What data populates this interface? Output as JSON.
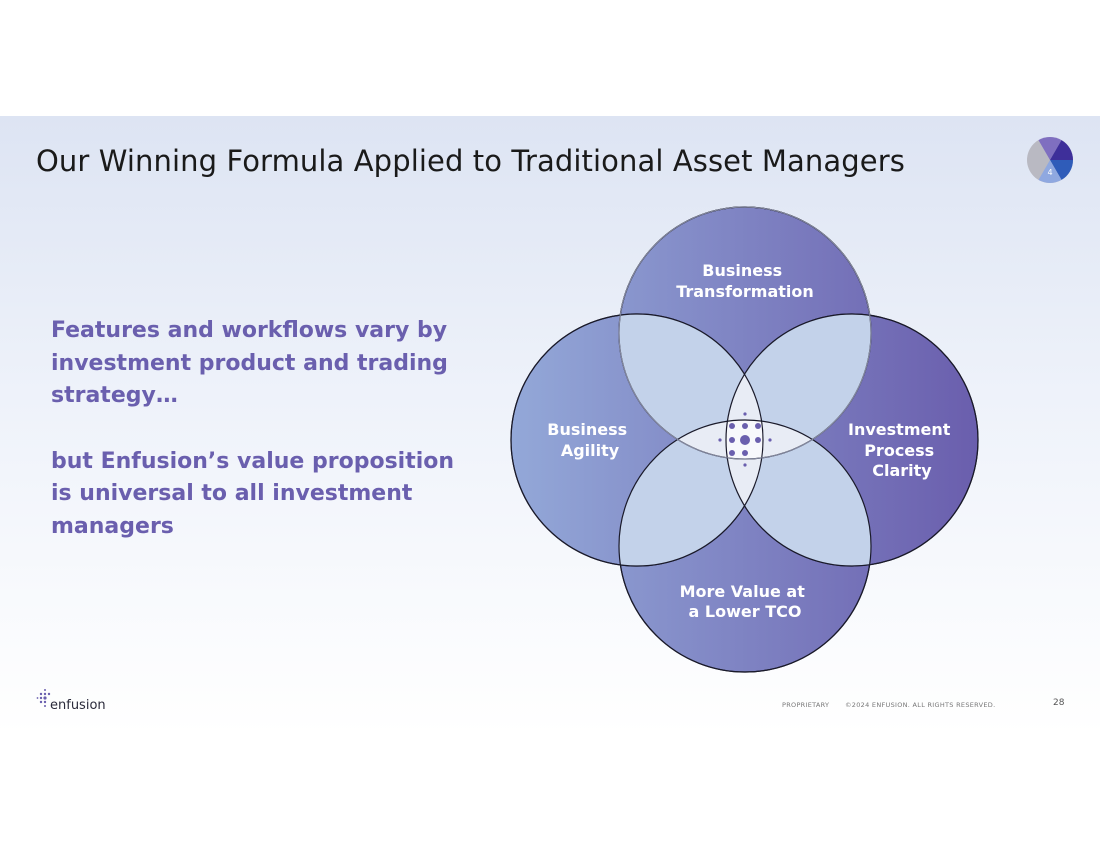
{
  "slide": {
    "title": "Our Winning Formula Applied to Traditional Asset Managers",
    "section_number": "4",
    "body": {
      "line1": "Features and workflows vary by investment product and trading strategy…",
      "line2": "but Enfusion’s value proposition is universal to all investment managers"
    },
    "diagram": {
      "top": [
        "Business",
        "Transformation"
      ],
      "left": [
        "Business",
        "Agility"
      ],
      "right": [
        "Investment",
        "Process",
        "Clarity"
      ],
      "bottom": [
        "More Value at",
        "a Lower TCO"
      ]
    },
    "footer": {
      "logo_text": "enfusion",
      "proprietary": "PROPRIETARY",
      "copyright": "©2024 ENFUSION. ALL RIGHTS RESERVED.",
      "page_number": "28"
    }
  },
  "colors": {
    "accent_text": "#6a5fae",
    "circle_light": "#92a6d6",
    "circle_dark": "#6a5fae",
    "overlap_fill": "#c3d2ea"
  }
}
